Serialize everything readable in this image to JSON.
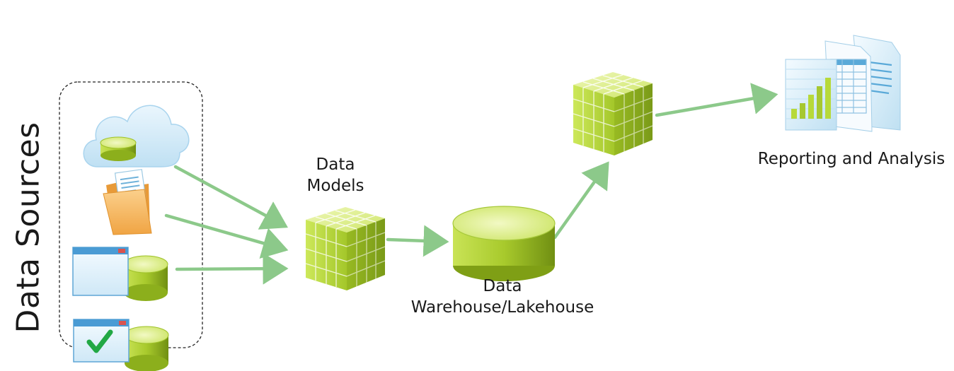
{
  "side_title": "Data Sources",
  "labels": {
    "data_models_line1": "Data",
    "data_models_line2": "Models",
    "warehouse_line1": "Data",
    "warehouse_line2": "Warehouse/Lakehouse",
    "reporting": "Reporting and Analysis"
  },
  "colors": {
    "arrow": "#8cc98a",
    "cube_light": "#d8ec7a",
    "cube_mid": "#b7d93a",
    "cube_dark": "#8fb21e",
    "cloud": "#cde9f7",
    "folder": "#f6b764",
    "check": "#22a845"
  },
  "icons": {
    "cloud_source": "cloud-database-icon",
    "file_source": "folder-document-icon",
    "app_source": "window-database-icon",
    "validated_source": "checked-window-database-icon",
    "models": "cube-icon",
    "warehouse": "database-cylinder-icon",
    "olap": "cube-icon",
    "reports": "report-documents-icon"
  }
}
